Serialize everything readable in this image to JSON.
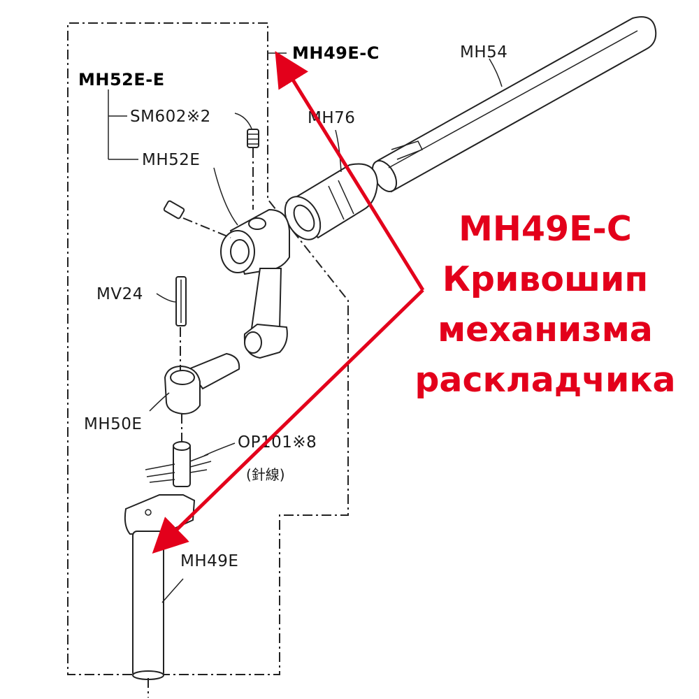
{
  "labels": {
    "mh49e_c_group": "MH49E-C",
    "mh52e_e_group": "MH52E-E",
    "sm602": "SM602※2",
    "mh52e": "MH52E",
    "mh76": "MH76",
    "mh54": "MH54",
    "mv24": "MV24",
    "mh50e": "MH50E",
    "op101": "OP101※8",
    "needle_wire": "(針線)",
    "mh49e": "MH49E"
  },
  "callout": {
    "code": "MH49E-C",
    "line1": "Кривошип",
    "line2": "механизма",
    "line3": "раскладчика",
    "color": "#e3001b"
  },
  "colors": {
    "arrow": "#e3001b",
    "line": "#222222"
  }
}
